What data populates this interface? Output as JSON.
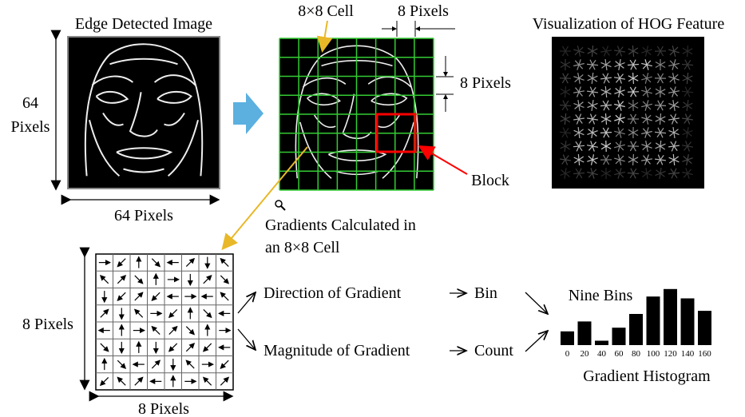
{
  "labels": {
    "edge_title": "Edge Detected Image",
    "cell_label": "8×8 Cell",
    "pixels_top": "8 Pixels",
    "pixels_right": "8 Pixels",
    "hog_title": "Visualization of HOG Feature",
    "left_64_line1": "64",
    "left_64_line2": "Pixels",
    "bottom_64": "64 Pixels",
    "block": "Block",
    "gradients_line1": "Gradients Calculated in",
    "gradients_line2": "an 8×8 Cell",
    "cell_left": "8 Pixels",
    "cell_bottom": "8 Pixels",
    "direction": "Direction of Gradient",
    "magnitude": "Magnitude of Gradient",
    "bin": "Bin",
    "count": "Count",
    "nine_bins": "Nine Bins",
    "histogram_title": "Gradient Histogram"
  },
  "histogram": {
    "bins": [
      "0",
      "20",
      "40",
      "60",
      "80",
      "100",
      "120",
      "140",
      "160"
    ],
    "values": [
      0.22,
      0.38,
      0.07,
      0.28,
      0.5,
      0.78,
      0.9,
      0.75,
      0.55
    ]
  },
  "colors": {
    "grid_green": "#33cc33",
    "block_red": "#ff0000",
    "big_arrow_blue": "#5bb0e0",
    "pointer_yellow": "#e8b828"
  }
}
